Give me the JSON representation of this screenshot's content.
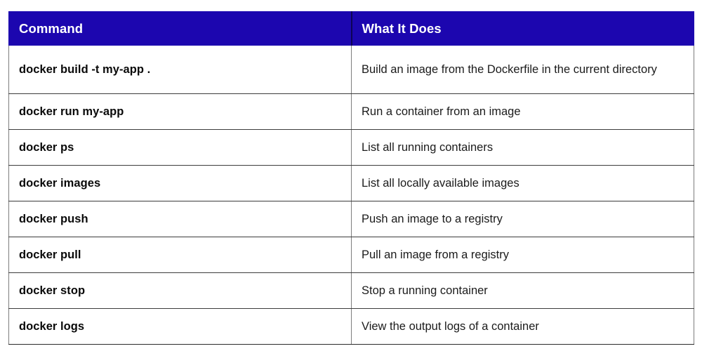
{
  "table": {
    "name": "docker-commands-reference",
    "accent_color": "#1C06AF",
    "header_text_color": "#FFFFFF",
    "border_color": "#7D7D7D",
    "columns": [
      {
        "key": "command",
        "label": "Command"
      },
      {
        "key": "does",
        "label": "What It Does"
      }
    ],
    "rows": [
      {
        "command": "docker build -t my-app .",
        "does": "Build an image from the Dockerfile in the current directory"
      },
      {
        "command": "docker run my-app",
        "does": "Run a container from an image"
      },
      {
        "command": "docker ps",
        "does": "List all running containers"
      },
      {
        "command": "docker images",
        "does": "List all locally available images"
      },
      {
        "command": "docker push",
        "does": "Push an image to a registry"
      },
      {
        "command": "docker pull",
        "does": "Pull an image from a registry"
      },
      {
        "command": "docker stop",
        "does": "Stop a running container"
      },
      {
        "command": "docker logs",
        "does": "View the output logs of a container"
      }
    ]
  }
}
